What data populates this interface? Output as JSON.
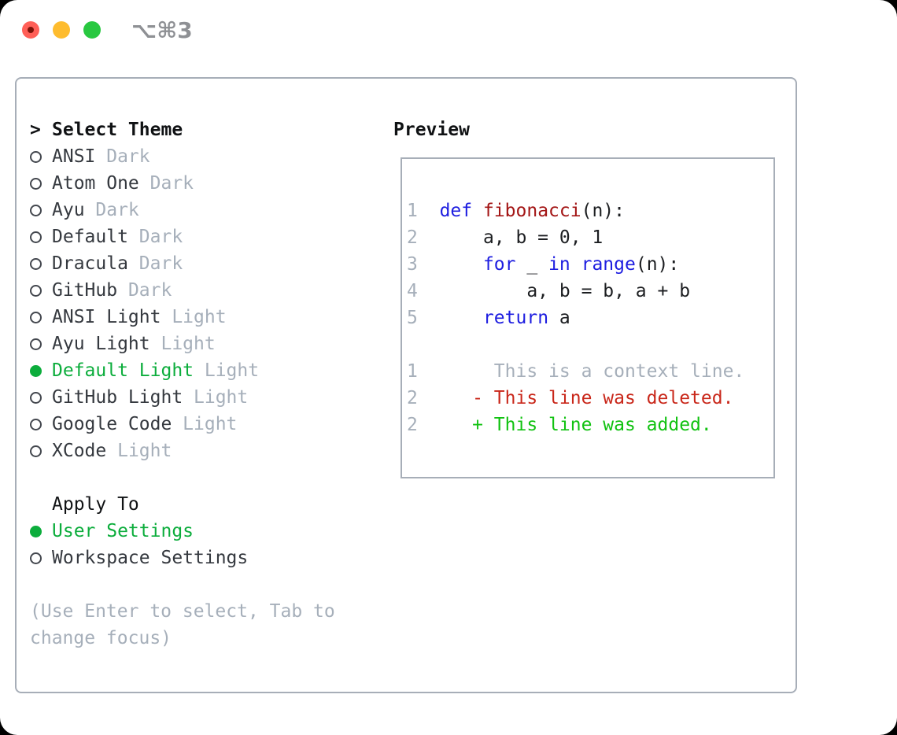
{
  "window": {
    "title": "⌥⌘3"
  },
  "titlebar": {
    "buttons": [
      "close",
      "minimize",
      "zoom"
    ]
  },
  "theme_picker": {
    "prompt": ">",
    "title": "Select Theme",
    "items": [
      {
        "name": "ANSI",
        "variant": "Dark",
        "selected": false
      },
      {
        "name": "Atom One",
        "variant": "Dark",
        "selected": false
      },
      {
        "name": "Ayu",
        "variant": "Dark",
        "selected": false
      },
      {
        "name": "Default",
        "variant": "Dark",
        "selected": false
      },
      {
        "name": "Dracula",
        "variant": "Dark",
        "selected": false
      },
      {
        "name": "GitHub",
        "variant": "Dark",
        "selected": false
      },
      {
        "name": "ANSI Light",
        "variant": "Light",
        "selected": false
      },
      {
        "name": "Ayu Light",
        "variant": "Light",
        "selected": false
      },
      {
        "name": "Default Light",
        "variant": "Light",
        "selected": true
      },
      {
        "name": "GitHub Light",
        "variant": "Light",
        "selected": false
      },
      {
        "name": "Google Code",
        "variant": "Light",
        "selected": false
      },
      {
        "name": "XCode",
        "variant": "Light",
        "selected": false
      }
    ]
  },
  "apply_to": {
    "title": "Apply To",
    "options": [
      {
        "label": "User Settings",
        "selected": true
      },
      {
        "label": "Workspace Settings",
        "selected": false
      }
    ]
  },
  "hint": [
    "(Use Enter to select, Tab to",
    "change focus)"
  ],
  "preview": {
    "title": "Preview",
    "lines": [
      [
        [
          "1",
          "num"
        ],
        [
          "  ",
          "pl"
        ],
        [
          "def",
          "kw"
        ],
        [
          " ",
          "pl"
        ],
        [
          "fibonacci",
          "fn"
        ],
        [
          "(n):",
          "pl"
        ]
      ],
      [
        [
          "2",
          "num"
        ],
        [
          "      a, b = 0, 1",
          "pl"
        ]
      ],
      [
        [
          "3",
          "num"
        ],
        [
          "      ",
          "pl"
        ],
        [
          "for",
          "kw"
        ],
        [
          " _ ",
          "pl"
        ],
        [
          "in",
          "kw"
        ],
        [
          " ",
          "pl"
        ],
        [
          "range",
          "kw"
        ],
        [
          "(n):",
          "pl"
        ]
      ],
      [
        [
          "4",
          "num"
        ],
        [
          "          a, b = b, a + b",
          "pl"
        ]
      ],
      [
        [
          "5",
          "num"
        ],
        [
          "      ",
          "pl"
        ],
        [
          "return",
          "kw"
        ],
        [
          " a",
          "pl"
        ]
      ],
      [],
      [
        [
          "1",
          "num"
        ],
        [
          "       This is a context line.",
          "ctx"
        ]
      ],
      [
        [
          "2",
          "num"
        ],
        [
          "     - This line was deleted.",
          "del"
        ]
      ],
      [
        [
          "2",
          "num"
        ],
        [
          "     + This line was added.",
          "add"
        ]
      ]
    ]
  },
  "colors": {
    "accent_green": "#0cad3c",
    "added_green": "#11c211",
    "deleted_red": "#c9271a",
    "keyword_blue": "#1d1de0",
    "function_red": "#a31515",
    "muted_gray": "#a6afba",
    "text_dark": "#35393f",
    "heading_black": "#101214",
    "border_gray": "#a7aeb8",
    "titlebar_gray": "#8e9094",
    "traffic_red": "#ff5f57",
    "traffic_yellow": "#febc2e",
    "traffic_green": "#28c840"
  }
}
